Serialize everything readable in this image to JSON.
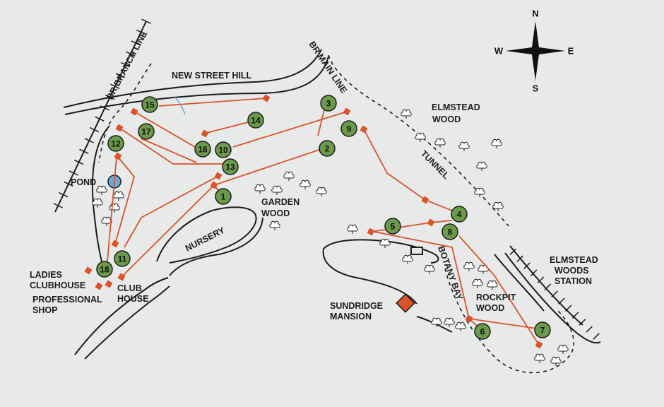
{
  "labels": {
    "br_branch_line": "BR BRANCH LINE",
    "new_street_hill": "NEW STREET HILL",
    "br_main_line": "BR MAIN LINE",
    "elmstead_wood_1": "ELMSTEAD",
    "elmstead_wood_2": "WOOD",
    "tunnel": "TUNNEL",
    "pond": "POND",
    "garden_wood_1": "GARDEN",
    "garden_wood_2": "WOOD",
    "nursery": "NURSERY",
    "ladies_clubhouse_1": "LADIES",
    "ladies_clubhouse_2": "CLUBHOUSE",
    "club_house_1": "CLUB",
    "club_house_2": "HOUSE",
    "professional_shop_1": "PROFESSIONAL",
    "professional_shop_2": "SHOP",
    "botany_bay": "BOTANY BAY",
    "rockpit_wood_1": "ROCKPIT",
    "rockpit_wood_2": "WOOD",
    "sundridge_mansion_1": "SUNDRIDGE",
    "sundridge_mansion_2": "MANSION",
    "elmstead_woods_station_1": "ELMSTEAD",
    "elmstead_woods_station_2": "WOODS",
    "elmstead_woods_station_3": "STATION"
  },
  "compass": {
    "n": "N",
    "s": "S",
    "e": "E",
    "w": "W"
  },
  "holes": [
    "1",
    "2",
    "3",
    "4",
    "5",
    "6",
    "7",
    "8",
    "9",
    "10",
    "11",
    "12",
    "13",
    "14",
    "15",
    "16",
    "17",
    "18"
  ],
  "colors": {
    "background": "#e8e9e9",
    "hole_fill": "#6b9a4a",
    "fairway_line": "#d9542a",
    "tee_marker": "#d9542a",
    "pond": "#6aa8dc",
    "mansion": "#d9542a"
  }
}
